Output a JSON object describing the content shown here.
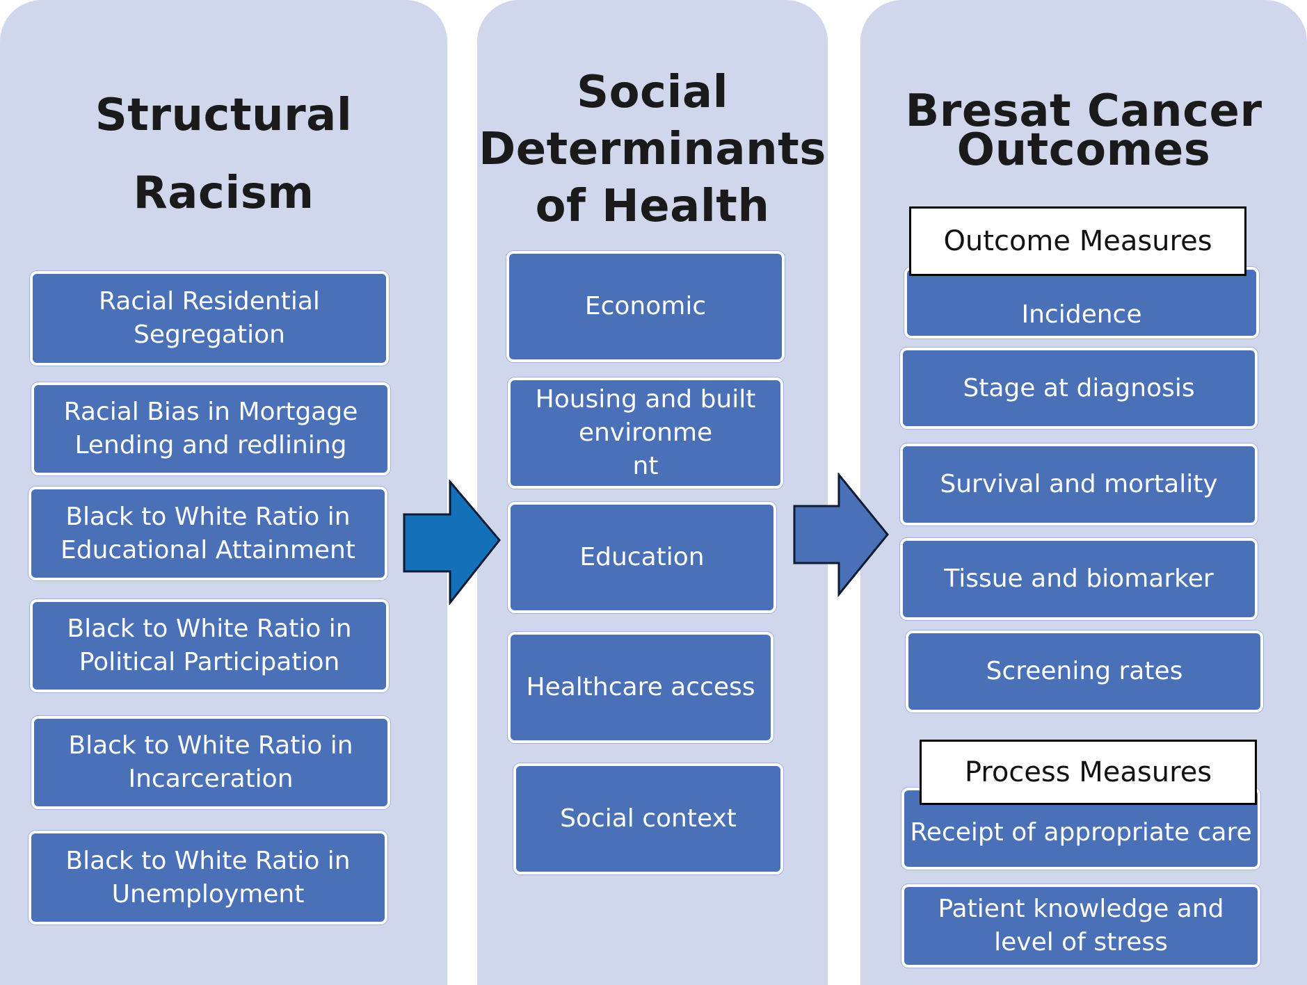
{
  "columns": [
    {
      "title_lines": [
        "Structural",
        "Racism"
      ],
      "items": [
        "Racial Residential\nSegregation",
        "Racial Bias in Mortgage\nLending and redlining",
        "Black to White Ratio in\nEducational Attainment",
        "Black to White Ratio in\nPolitical Participation",
        "Black to White Ratio in\nIncarceration",
        "Black to White Ratio in\nUnemployment"
      ]
    },
    {
      "title_lines": [
        "Social",
        "Determinants",
        "of Health"
      ],
      "items": [
        "Economic",
        "Housing and built\nenvironme\nnt",
        "Education",
        "Healthcare access",
        "Social context"
      ]
    },
    {
      "title_lines": [
        "Bresat Cancer",
        "Outcomes"
      ],
      "outcome_label": "Outcome Measures",
      "outcome_items": [
        "Incidence",
        "Stage at diagnosis",
        "Survival and mortality",
        "Tissue and biomarker",
        "Screening rates"
      ],
      "process_label": "Process Measures",
      "process_items": [
        "Receipt of appropriate care",
        "Patient knowledge and\nlevel of stress"
      ]
    }
  ],
  "colors": {
    "panel": "#d0d6ec",
    "box": "#4a70b8",
    "arrow_1": "#1470b8",
    "arrow_2": "#4a70b8"
  }
}
